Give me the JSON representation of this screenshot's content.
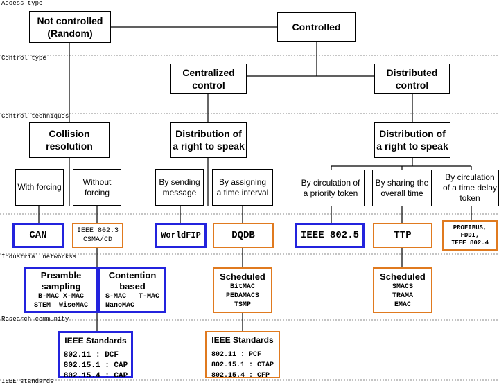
{
  "sections": {
    "access_type": "Access type",
    "control_type": "Control type",
    "control_techniques": "Control techniques",
    "industrial_networks": "Industrial networkss",
    "research_community": "Research community",
    "ieee_standards": "IEEE standards"
  },
  "access": {
    "not_controlled_line1": "Not controlled",
    "not_controlled_line2": "(Random)",
    "controlled": "Controlled"
  },
  "control": {
    "centralized_line1": "Centralized",
    "centralized_line2": "control",
    "distributed_line1": "Distributed",
    "distributed_line2": "control"
  },
  "techniques": {
    "collision_line1": "Collision",
    "collision_line2": "resolution",
    "dist_right_central_line1": "Distribution of",
    "dist_right_central_line2": "a right to speak",
    "dist_right_distributed_line1": "Distribution of",
    "dist_right_distributed_line2": "a right to speak"
  },
  "methods": {
    "with_forcing": "With forcing",
    "without_forcing_line1": "Without",
    "without_forcing_line2": "forcing",
    "sending_message_line1": "By sending",
    "sending_message_line2": "message",
    "time_interval_line1": "By assigning",
    "time_interval_line2": "a time interval",
    "priority_token_line1": "By circulation of",
    "priority_token_line2": "a priority token",
    "overall_time_line1": "By sharing the",
    "overall_time_line2": "overall time",
    "time_delay_line1": "By circulation",
    "time_delay_line2": "of a time delay",
    "time_delay_line3": "token"
  },
  "industrial": {
    "can": "CAN",
    "ieee8023_line1": "IEEE 802.3",
    "ieee8023_line2": "CSMA/CD",
    "worldfip": "WorldFIP",
    "dqdb": "DQDB",
    "ieee8025": "IEEE 802.5",
    "ttp": "TTP",
    "profibus_line1": "PROFIBUS,",
    "profibus_line2": "FDDI,",
    "profibus_line3": "IEEE 802.4"
  },
  "research": {
    "preamble_title_line1": "Preamble",
    "preamble_title_line2": "sampling",
    "preamble_items_line1": "B-MAC X-MAC",
    "preamble_items_line2": "STEM  WiseMAC",
    "contention_title_line1": "Contention",
    "contention_title_line2": "based",
    "contention_items_line1": "S-MAC   T-MAC",
    "contention_items_line2": "NanoMAC",
    "scheduled_central_title": "Scheduled",
    "scheduled_central_items": [
      "BitMAC",
      "PEDAMACS",
      "TSMP"
    ],
    "scheduled_distributed_title": "Scheduled",
    "scheduled_distributed_items": [
      "SMACS",
      "TRAMA",
      "EMAC"
    ]
  },
  "standards": {
    "left_title": "IEEE Standards",
    "left_items": [
      "802.11 : DCF",
      "802.15.1 : CAP",
      "802.15.4 : CAP"
    ],
    "right_title": "IEEE Standards",
    "right_items": [
      "802.11 : PCF",
      "802.15.1 : CTAP",
      "802.15.4 : CFP"
    ]
  },
  "colors": {
    "blue": "#2323dd",
    "orange": "#e07a1f"
  }
}
